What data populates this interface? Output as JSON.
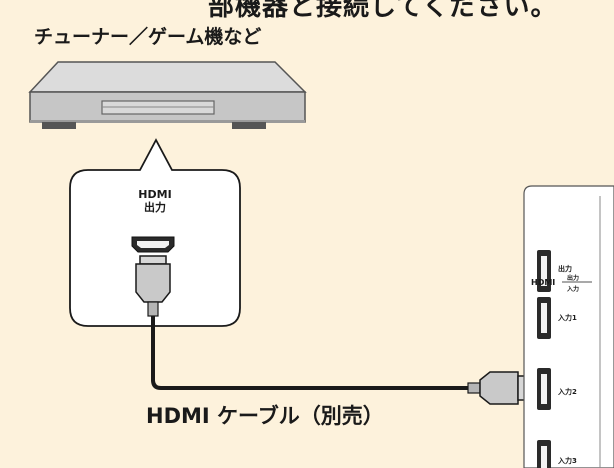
{
  "heading": "部機器と接続してください。",
  "device_label": "チューナー／ゲーム機など",
  "callout": {
    "line1": "HDMI",
    "line2": "出力"
  },
  "cable_label": "HDMI ケーブル（別売）",
  "tv_panel": {
    "port_output": "出力",
    "hdmi_label": "HDMI",
    "hdmi_top": "出力",
    "hdmi_bottom": "入力",
    "port_input1": "入力1",
    "port_input2": "入力2",
    "port_input3": "入力3"
  },
  "colors": {
    "background": "#fdf2dc",
    "callout_fill": "#ffffff",
    "device_body": "#c9c9c9",
    "cable": "#1a1a1a"
  }
}
